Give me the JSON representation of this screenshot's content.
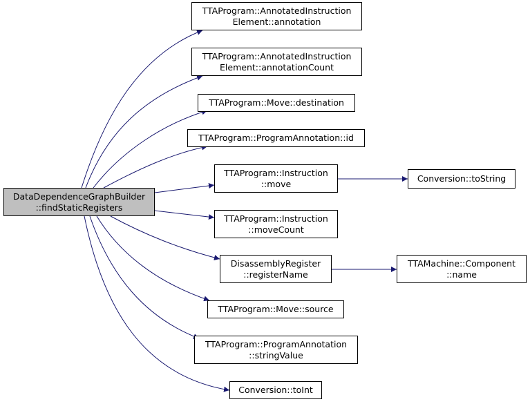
{
  "colors": {
    "edge": "#191970",
    "root_fill": "#bfbfbf",
    "node_fill": "#ffffff",
    "node_border": "#000000"
  },
  "nodes": {
    "root": {
      "line1": "DataDependenceGraphBuilder",
      "line2": "::findStaticRegisters"
    },
    "annotation": {
      "line1": "TTAProgram::AnnotatedInstruction",
      "line2": "Element::annotation"
    },
    "annotation_count": {
      "line1": "TTAProgram::AnnotatedInstruction",
      "line2": "Element::annotationCount"
    },
    "destination": {
      "line1": "TTAProgram::Move::destination"
    },
    "id": {
      "line1": "TTAProgram::ProgramAnnotation::id"
    },
    "instruction_move": {
      "line1": "TTAProgram::Instruction",
      "line2": "::move"
    },
    "to_string": {
      "line1": "Conversion::toString"
    },
    "move_count": {
      "line1": "TTAProgram::Instruction",
      "line2": "::moveCount"
    },
    "register_name": {
      "line1": "DisassemblyRegister",
      "line2": "::registerName"
    },
    "component_name": {
      "line1": "TTAMachine::Component",
      "line2": "::name"
    },
    "source": {
      "line1": "TTAProgram::Move::source"
    },
    "string_value": {
      "line1": "TTAProgram::ProgramAnnotation",
      "line2": "::stringValue"
    },
    "to_int": {
      "line1": "Conversion::toInt"
    }
  }
}
